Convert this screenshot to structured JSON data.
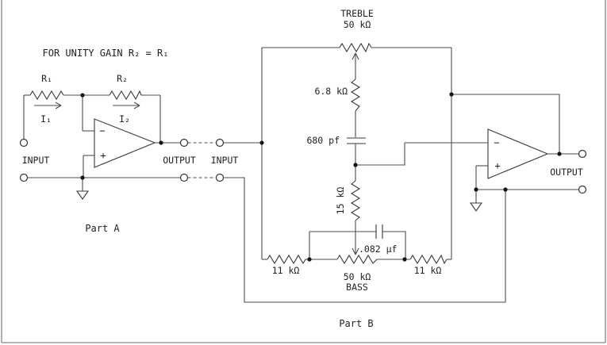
{
  "diagram": {
    "note": "FOR UNITY GAIN R₂ = R₁",
    "colors": {
      "wire": "#4d4d4d",
      "text": "#1f1f1f",
      "background": "#ffffff",
      "border": "#9a9a9a"
    },
    "part_a": {
      "label": "Part A",
      "r1": "R₁",
      "r2": "R₂",
      "i1": "I₁",
      "i2": "I₂",
      "input": "INPUT",
      "output": "OUTPUT",
      "opamp": {
        "minus": "−",
        "plus": "+"
      }
    },
    "part_b": {
      "label": "Part B",
      "input": "INPUT",
      "output": "OUTPUT",
      "treble_name": "TREBLE",
      "treble_value": "50 kΩ",
      "series_resistor": "6.8 kΩ",
      "treble_cap": "680 pf",
      "wiper_resistor": "15 kΩ",
      "bass_cap": ".082 µf",
      "left_resistor": "11 kΩ",
      "right_resistor": "11 kΩ",
      "bass_value": "50 kΩ",
      "bass_name": "BASS",
      "opamp": {
        "minus": "−",
        "plus": "+"
      }
    }
  }
}
